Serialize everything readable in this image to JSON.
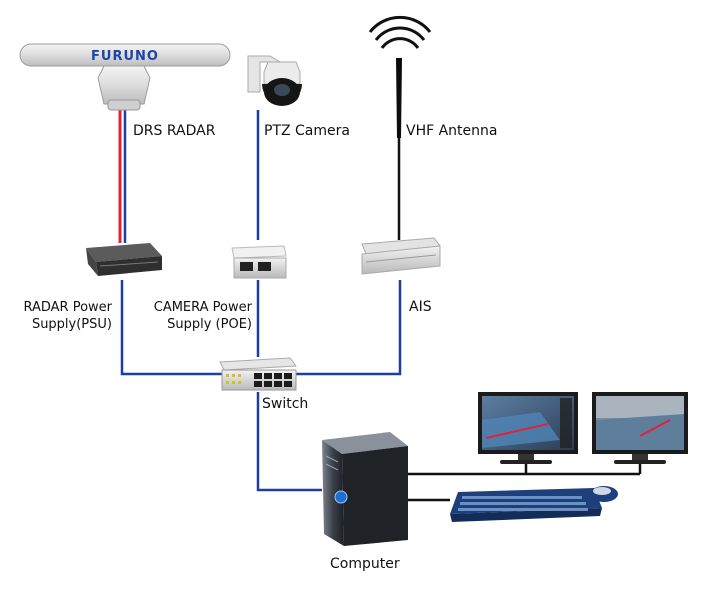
{
  "labels": {
    "radar": "DRS RADAR",
    "ptz": "PTZ Camera",
    "vhf": "VHF Antenna",
    "radar_psu_line1": "RADAR Power",
    "radar_psu_line2": "Supply(PSU)",
    "camera_poe_line1": "CAMERA Power",
    "camera_poe_line2": "Supply (POE)",
    "ais": "AIS",
    "switch": "Switch",
    "computer": "Computer",
    "brand": "FURUNO"
  },
  "colors": {
    "link_blue": "#1e3fa0",
    "power_red": "#e2223b",
    "cable_black": "#111111",
    "brand_blue": "#1b45a8"
  }
}
